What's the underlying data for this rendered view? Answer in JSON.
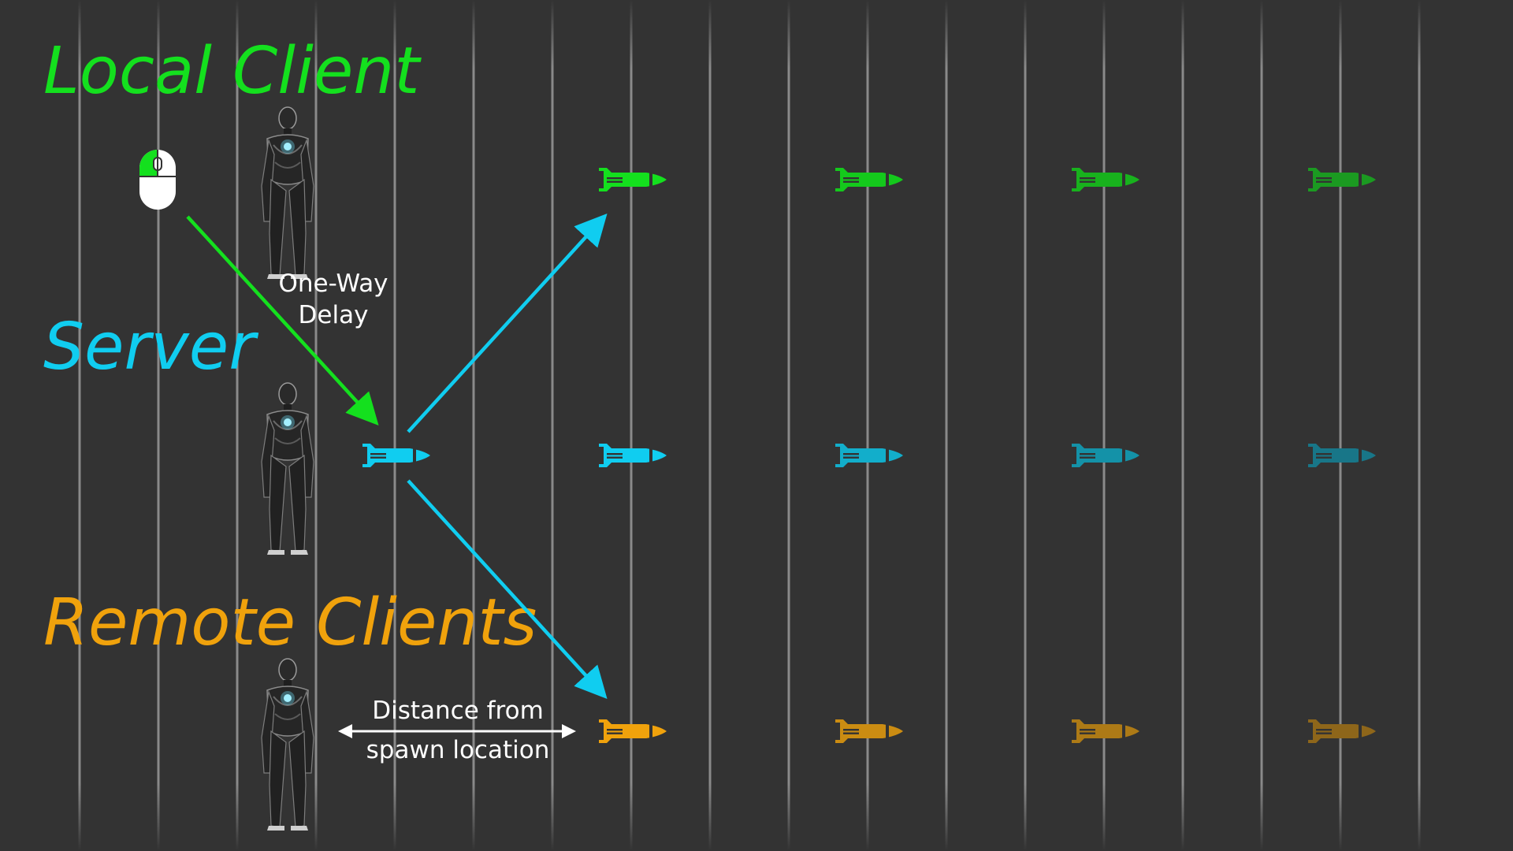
{
  "background_color": "#333333",
  "gridline_color": "#8a8a8a",
  "lanes": [
    {
      "key": "local",
      "label": "Local Client",
      "color": "#14e01e",
      "projectile_colors": [
        "#14e01e",
        "#14c91c",
        "#18b21d",
        "#1b9a21"
      ]
    },
    {
      "key": "server",
      "label": "Server",
      "color": "#10cdf0",
      "projectile_colors": [
        "#10cdf0",
        "#12aecb",
        "#1492a8",
        "#187688"
      ]
    },
    {
      "key": "remote",
      "label": "Remote Clients",
      "color": "#f0a20c",
      "projectile_colors": [
        "#f0a20c",
        "#cb8c12",
        "#ad7a16",
        "#8e661a"
      ]
    }
  ],
  "icons": {
    "mouse": "mouse-icon",
    "character": "armored-character-figure",
    "projectile": "rocket-projectile-icon"
  },
  "annotations": {
    "one_way_delay": [
      "One-Way",
      "Delay"
    ],
    "distance_from_spawn": [
      "Distance from",
      "spawn location"
    ]
  }
}
